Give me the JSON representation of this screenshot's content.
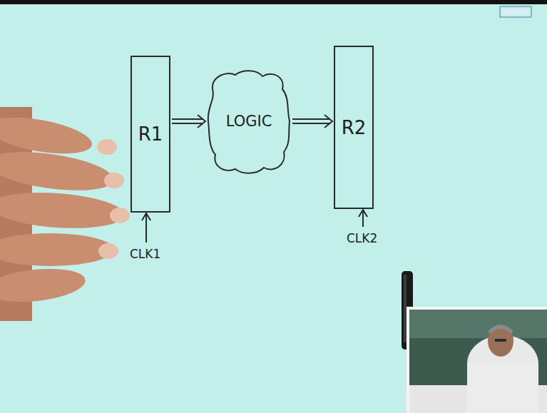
{
  "diagram": {
    "nodes": [
      {
        "text": [
          "R1"
        ]
      },
      {
        "text": [
          "LOGIC"
        ]
      },
      {
        "text": [
          "R2"
        ]
      }
    ],
    "edges": [
      {
        "from": 0,
        "to": 1,
        "arrow": "to"
      },
      {
        "from": 1,
        "to": 2,
        "arrow": "to"
      }
    ],
    "labels": [
      "CLK1",
      "CLK2"
    ]
  }
}
